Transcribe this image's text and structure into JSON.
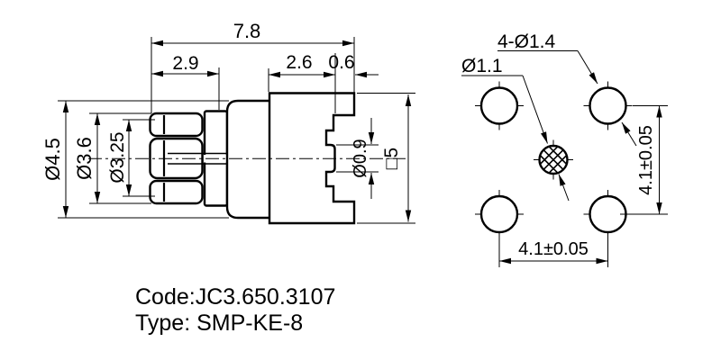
{
  "colors": {
    "line": "#000000",
    "background": "#ffffff"
  },
  "side_view": {
    "dims": {
      "overall_length": "7.8",
      "interface_length": "2.9",
      "body_length": "2.6",
      "step_depth": "0.6",
      "outer_dia": "Ø4.5",
      "mid_dia": "Ø3.6",
      "inner_dia": "Ø3.25",
      "pin_dia": "Ø0.9",
      "body_square": "□5"
    }
  },
  "footprint_view": {
    "corner_holes_label": "4-Ø1.4",
    "center_hole_label": "Ø1.1",
    "pitch_horizontal": "4.1±0.05",
    "pitch_vertical": "4.1±0.05"
  },
  "title_block": {
    "code": "Code:JC3.650.3107",
    "type": "Type: SMP-KE-8"
  }
}
